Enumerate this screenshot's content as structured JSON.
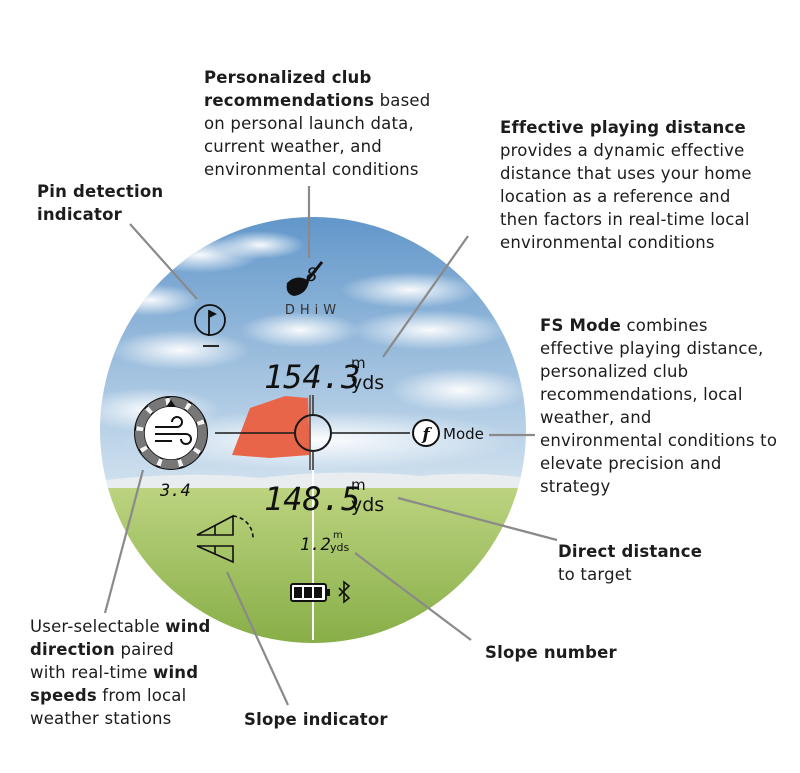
{
  "callouts": {
    "club": {
      "bold": "Personalized club recommendations",
      "rest": " based on personal launch data, current weather, and environmental conditions"
    },
    "pin": {
      "bold": "Pin detection indicator",
      "rest": ""
    },
    "effective": {
      "bold": "Effective playing distance",
      "rest": " provides a dynamic effective distance that uses your home location as a reference and then factors in real-time local environmental conditions"
    },
    "fsmode": {
      "bold": "FS Mode",
      "rest": " combines effective playing distance, personalized club recommendations, local weather, and environmental conditions to elevate precision and strategy"
    },
    "direct": {
      "bold": "Direct distance",
      "rest": " to target"
    },
    "slope_number": {
      "bold": "Slope number",
      "rest": ""
    },
    "slope_indicator": {
      "bold": "Slope indicator",
      "rest": ""
    },
    "wind": {
      "pre": "User-selectable ",
      "bold1": "wind direction",
      "mid": " paired with real-time ",
      "bold2": "wind speeds",
      "post": " from local weather stations"
    }
  },
  "display": {
    "club_number": "8",
    "club_letters": "DHiW",
    "effective_distance": "154.3",
    "effective_unit_small": "m",
    "effective_unit": "yds",
    "direct_distance": "148.5",
    "direct_unit_small": "m",
    "direct_unit": "yds",
    "slope_value": "1.2",
    "slope_unit_small": "m",
    "slope_unit": "yds",
    "wind_speed": "3.4",
    "mode_label": "Mode"
  },
  "colors": {
    "sky_top": "#5f95c9",
    "sky_bottom": "#d6e5f1",
    "grass_top": "#bcd37f",
    "grass_bottom": "#86ad46",
    "flag": "#e8654a",
    "lcd": "#111111",
    "leader_line": "#8a8a8a"
  }
}
